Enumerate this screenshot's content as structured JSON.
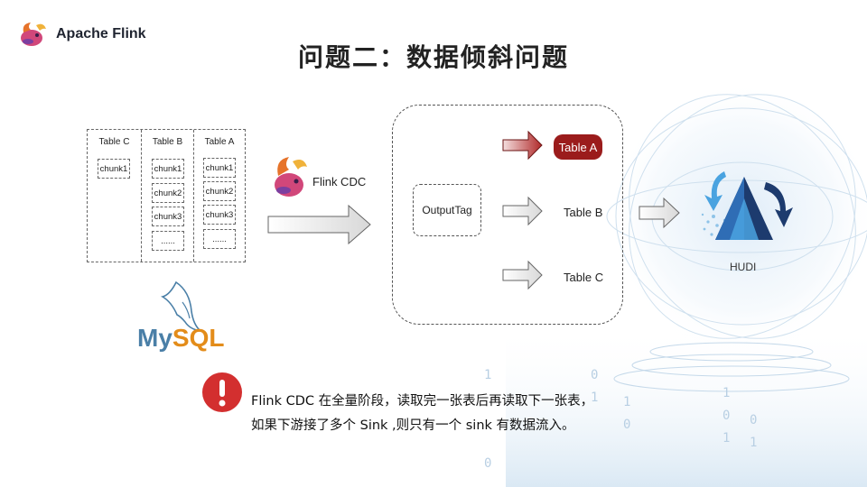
{
  "header": {
    "brand": "Apache Flink",
    "title": "问题二：数据倾斜问题"
  },
  "source": {
    "tables": [
      {
        "name": "Table C",
        "chunks": [
          "chunk1"
        ]
      },
      {
        "name": "Table B",
        "chunks": [
          "chunk1",
          "chunk2",
          "chunk3",
          "......"
        ]
      },
      {
        "name": "Table A",
        "chunks": [
          "chunk1",
          "chunk2",
          "chunk3",
          "......"
        ]
      }
    ],
    "logo": {
      "my": "My",
      "sql": "SQL"
    }
  },
  "pipeline": {
    "cdc_label": "Flink CDC",
    "output_tag": "OutputTag",
    "outputs": [
      "Table A",
      "Table B",
      "Table C"
    ],
    "sink_label": "HUDI"
  },
  "notice": {
    "line1": "Flink  CDC  在全量阶段，读取完一张表后再读取下一张表，",
    "line2": "如果下游接了多个 Sink ,则只有一个 sink 有数据流入。"
  },
  "colors": {
    "highlight": "#9b1c1c",
    "warning": "#d32f2f",
    "hudi_dark": "#1d3b6e",
    "hudi_light": "#4aa3e0"
  }
}
